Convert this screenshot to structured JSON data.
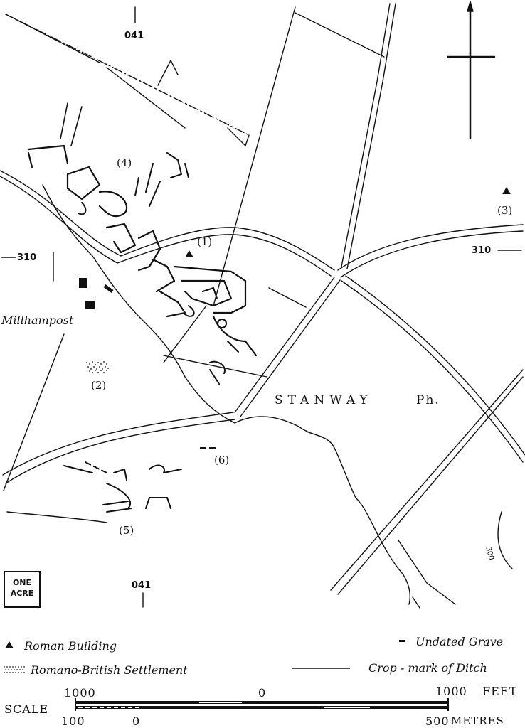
{
  "grid": {
    "top": "041",
    "bottom": "041",
    "left": "310",
    "right": "310"
  },
  "sites": {
    "s1": "(1)",
    "s2": "(2)",
    "s3": "(3)",
    "s4": "(4)",
    "s5": "(5)",
    "s6": "(6)"
  },
  "places": {
    "millhampost": "Millhampost",
    "stanway": "STANWAY",
    "ph": "Ph.",
    "contour": "300"
  },
  "acre": {
    "line1": "ONE",
    "line2": "ACRE"
  },
  "legend": {
    "roman_building": "Roman Building",
    "settlement": "Romano-British Settlement",
    "grave": "Undated Grave",
    "ditch": "Crop - mark of Ditch"
  },
  "scale": {
    "label": "SCALE",
    "feet_left": "1000",
    "feet_mid": "0",
    "feet_right": "1000",
    "feet_unit": "FEET",
    "m_left": "100",
    "m_mid": "0",
    "m_right": "500",
    "m_unit": "METRES"
  }
}
